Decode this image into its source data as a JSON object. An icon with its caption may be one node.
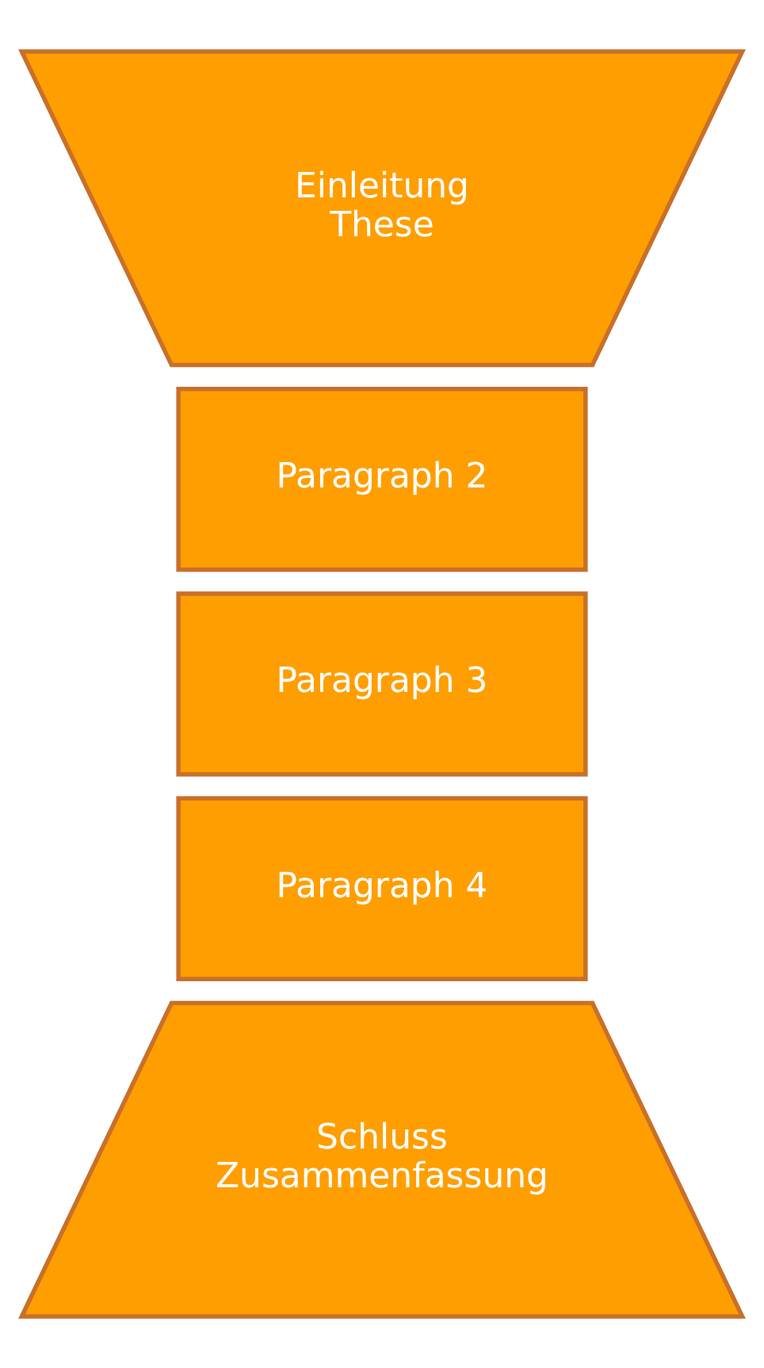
{
  "diagram": {
    "nodes": [
      {
        "text": [
          "Einleitung",
          "These"
        ]
      },
      {
        "text": [
          "Paragraph 2"
        ]
      },
      {
        "text": [
          "Paragraph 3"
        ]
      },
      {
        "text": [
          "Paragraph 4"
        ]
      },
      {
        "text": [
          "Schluss",
          "Zusammenfassung"
        ]
      }
    ]
  }
}
